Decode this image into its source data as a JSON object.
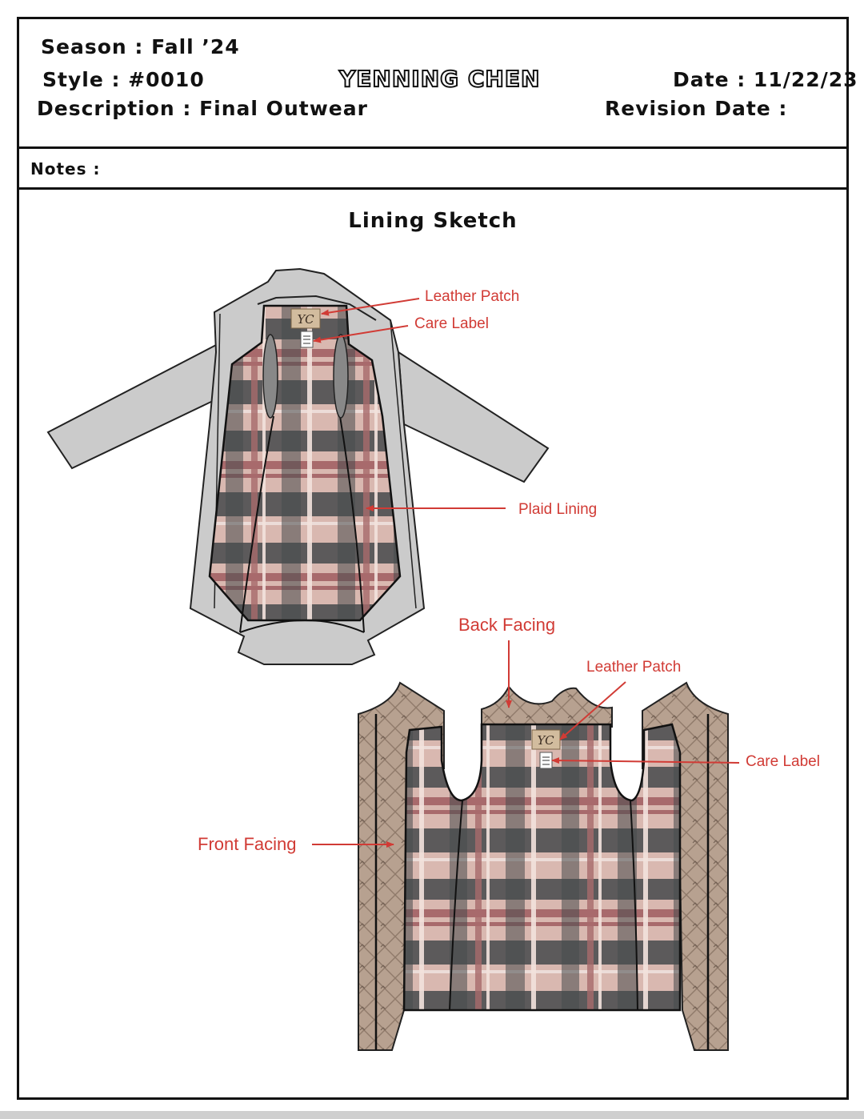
{
  "header": {
    "season": "Season : Fall ’24",
    "style": "Style : #0010",
    "description": "Description : Final Outwear",
    "designer": "YENNING CHEN",
    "date": "Date : 11/22/23",
    "revision_date": "Revision Date :"
  },
  "notes": {
    "label": "Notes :"
  },
  "sketch": {
    "title": "Lining Sketch",
    "callouts": {
      "leather_patch_top": "Leather Patch",
      "care_label_top": "Care Label",
      "plaid_lining": "Plaid Lining",
      "back_facing": "Back Facing",
      "leather_patch_bottom": "Leather Patch",
      "care_label_bottom": "Care Label",
      "front_facing": "Front Facing"
    },
    "logo_monogram": "YC",
    "colors": {
      "callout_red": "#d13b35",
      "shell_gray": "#cbcbcb",
      "plaid_pink": "#d9b8b0",
      "plaid_rose": "#a86a6c",
      "plaid_charcoal": "#474a4c",
      "facing_taupe": "#b7a190",
      "patch_tan": "#d2bc9e"
    }
  }
}
